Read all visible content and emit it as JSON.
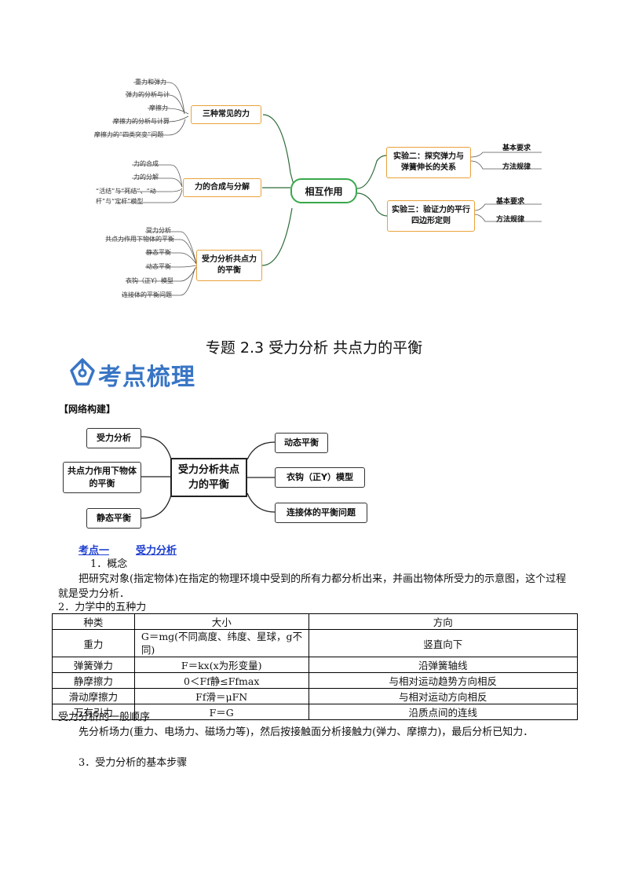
{
  "mindmap": {
    "center": "相互作用",
    "branches": [
      {
        "label": "三种常见的力",
        "leaves": [
          "重力和弹力",
          "弹力的分析与计",
          "摩擦力",
          "摩擦力的分析与计算",
          "摩擦力的“四类突变”问题"
        ]
      },
      {
        "label": "力的合成与分解",
        "leaves": [
          "力的合成",
          "力的分解",
          "“活结”与“死结”、“动",
          "杆”与“定杆”模型"
        ]
      },
      {
        "label": "受力分析共点力的平衡",
        "leaves": [
          "受力分析",
          "共点力作用下物体的平衡",
          "静态平衡",
          "动态平衡",
          "衣钩（正Y）模型",
          "连接体的平衡问题"
        ]
      },
      {
        "label": "实验二：探究弹力与弹簧伸长的关系",
        "tags": [
          "基本要求",
          "方法规律"
        ]
      },
      {
        "label": "实验三：验证力的平行四边形定则",
        "tags": [
          "基本要求",
          "方法规律"
        ]
      }
    ]
  },
  "title": "专题 2.3  受力分析  共点力的平衡",
  "section_heading": "考点梳理",
  "network_label": "【网络构建】",
  "network": {
    "center": "受力分析共点力的平衡",
    "left": [
      "受力分析",
      "共点力作用下物体的平衡",
      "静态平衡"
    ],
    "right": [
      "动态平衡",
      "衣钩（正Y）模型",
      "连接体的平衡问题"
    ]
  },
  "kaodian": {
    "num": "考点一",
    "name": "受力分析"
  },
  "concept_heading": "1．概念",
  "concept_text": "把研究对象(指定物体)在指定的物理环境中受到的所有力都分析出来，并画出物体所受力的示意图，这个过程就是受力分析．",
  "five_forces_heading": "2．力学中的五种力",
  "table": {
    "headers": [
      "种类",
      "大小",
      "方向"
    ],
    "rows": [
      {
        "kind": "重力",
        "size": "G＝mg(不同高度、纬度、星球，g不同)",
        "dir": "竖直向下"
      },
      {
        "kind": "弹簧弹力",
        "size": "F＝kx(x为形变量)",
        "dir": "沿弹簧轴线"
      },
      {
        "kind": "静摩擦力",
        "size": "0＜Ff静≤Ffmax",
        "dir": "与相对运动趋势方向相反"
      },
      {
        "kind": "滑动摩擦力",
        "size": "Ff滑＝μFN",
        "dir": "与相对运动方向相反"
      },
      {
        "kind": "万有引力",
        "size": "F＝G",
        "dir": "沿质点间的连线"
      }
    ]
  },
  "order_heading": "受力分析的一般顺序",
  "order_text": "先分析场力(重力、电场力、磁场力等)，然后按接触面分析接触力(弹力、摩擦力)，最后分析已知力．",
  "steps_heading": "3．受力分析的基本步骤"
}
